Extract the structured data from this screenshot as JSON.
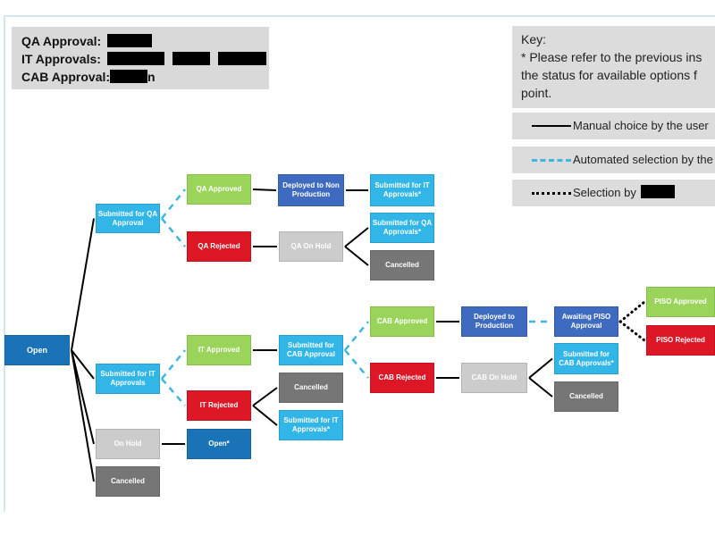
{
  "approvals": [
    {
      "label": "QA Approval:",
      "redactions": [
        50
      ],
      "suffix": ""
    },
    {
      "label": "IT Approvals:",
      "redactions": [
        64,
        42,
        54
      ],
      "suffix": ""
    },
    {
      "label": "CAB Approval:",
      "redactions": [
        42
      ],
      "suffix": "n"
    }
  ],
  "key": {
    "title": "Key:",
    "line1": "* Please refer to the previous ins",
    "line2": "the status for available options f",
    "line3": "point.",
    "legend_manual": "Manual choice by the user",
    "legend_automated": "Automated selection by the",
    "legend_selection": "Selection by"
  },
  "nodes": {
    "open": "Open",
    "submitted_qa": "Submitted for QA Approval",
    "qa_approved": "QA Approved",
    "qa_rejected": "QA Rejected",
    "deployed_non_prod": "Deployed to Non Production",
    "submitted_it_top": "Submitted for IT Approvals*",
    "qa_on_hold": "QA On Hold",
    "submitted_qa_approvals": "Submitted for QA Approvals*",
    "cancelled_qa": "Cancelled",
    "submitted_it": "Submitted for IT Approvals",
    "it_approved": "IT Approved",
    "it_rejected": "IT Rejected",
    "submitted_cab": "Submitted for CAB Approval",
    "cancelled_it": "Cancelled",
    "submitted_it_again": "Submitted for IT Approvals*",
    "on_hold": "On Hold",
    "open_again": "Open*",
    "cancelled_main": "Cancelled",
    "cab_approved": "CAB Approved",
    "cab_rejected": "CAB Rejected",
    "deployed_prod": "Deployed to Production",
    "cab_on_hold": "CAB On Hold",
    "awaiting_piso": "Awaiting PISO Approval",
    "submitted_cab_approvals": "Submitted for CAB Approvals*",
    "cancelled_cab": "Cancelled",
    "piso_approved": "PISO Approved",
    "piso_rejected": "PISO Rejected"
  },
  "edges": [
    {
      "from": "open",
      "to": "submitted_qa",
      "style": "manual"
    },
    {
      "from": "open",
      "to": "submitted_it",
      "style": "manual"
    },
    {
      "from": "open",
      "to": "on_hold",
      "style": "manual"
    },
    {
      "from": "open",
      "to": "cancelled_main",
      "style": "manual"
    },
    {
      "from": "submitted_qa",
      "to": "qa_approved",
      "style": "automated"
    },
    {
      "from": "submitted_qa",
      "to": "qa_rejected",
      "style": "automated"
    },
    {
      "from": "qa_approved",
      "to": "deployed_non_prod",
      "style": "manual"
    },
    {
      "from": "deployed_non_prod",
      "to": "submitted_it_top",
      "style": "manual"
    },
    {
      "from": "qa_rejected",
      "to": "qa_on_hold",
      "style": "manual"
    },
    {
      "from": "qa_on_hold",
      "to": "submitted_qa_approvals",
      "style": "manual"
    },
    {
      "from": "qa_on_hold",
      "to": "cancelled_qa",
      "style": "manual"
    },
    {
      "from": "submitted_it",
      "to": "it_approved",
      "style": "automated"
    },
    {
      "from": "submitted_it",
      "to": "it_rejected",
      "style": "automated"
    },
    {
      "from": "it_approved",
      "to": "submitted_cab",
      "style": "manual"
    },
    {
      "from": "it_rejected",
      "to": "cancelled_it",
      "style": "manual"
    },
    {
      "from": "it_rejected",
      "to": "submitted_it_again",
      "style": "manual"
    },
    {
      "from": "on_hold",
      "to": "open_again",
      "style": "manual"
    },
    {
      "from": "submitted_cab",
      "to": "cab_approved",
      "style": "automated"
    },
    {
      "from": "submitted_cab",
      "to": "cab_rejected",
      "style": "automated"
    },
    {
      "from": "cab_approved",
      "to": "deployed_prod",
      "style": "manual"
    },
    {
      "from": "deployed_prod",
      "to": "awaiting_piso",
      "style": "automated"
    },
    {
      "from": "awaiting_piso",
      "to": "piso_approved",
      "style": "selection"
    },
    {
      "from": "awaiting_piso",
      "to": "piso_rejected",
      "style": "selection"
    },
    {
      "from": "cab_rejected",
      "to": "cab_on_hold",
      "style": "manual"
    },
    {
      "from": "cab_on_hold",
      "to": "submitted_cab_approvals",
      "style": "manual"
    },
    {
      "from": "cab_on_hold",
      "to": "cancelled_cab",
      "style": "manual"
    }
  ],
  "colors": {
    "manual_line": "#000000",
    "automated_line": "#3fb6e0",
    "selection_line": "#000000",
    "sky": "#31b6e7",
    "green": "#9bd45b",
    "red": "#dd1725",
    "navy": "#3e6bbf",
    "dark_blue": "#1a72b7",
    "light_gray": "#cccccc",
    "dark_gray": "#767676"
  }
}
